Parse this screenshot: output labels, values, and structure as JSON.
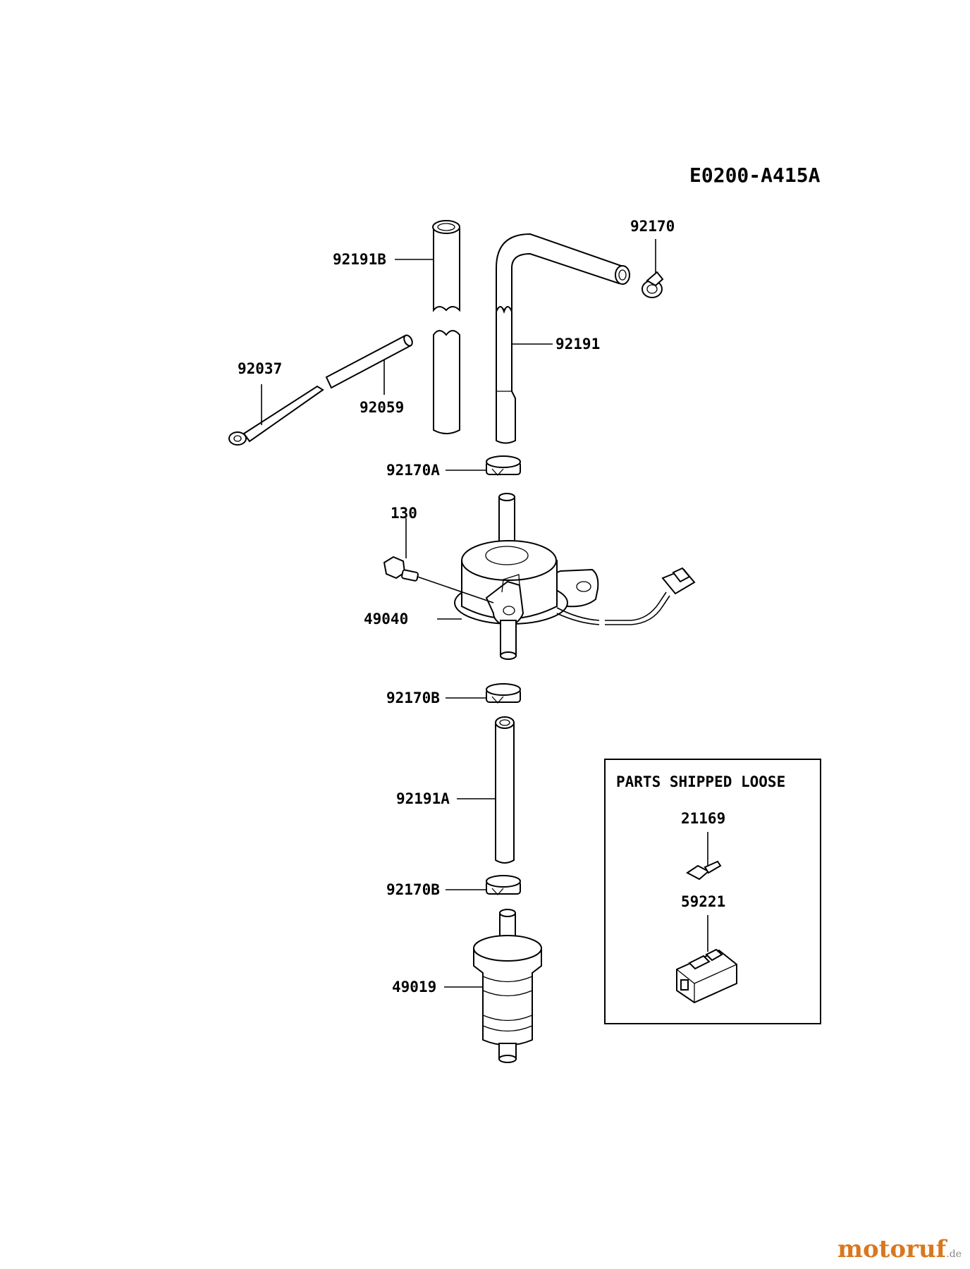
{
  "diagram_code": "E0200-A415A",
  "callouts": {
    "p92191B": "92191B",
    "p92170": "92170",
    "p92191": "92191",
    "p92037": "92037",
    "p92059": "92059",
    "p92170A": "92170A",
    "p130": "130",
    "p49040": "49040",
    "p92170B_1": "92170B",
    "p92191A": "92191A",
    "p92170B_2": "92170B",
    "p49019": "49019"
  },
  "loose_parts": {
    "title": "PARTS SHIPPED LOOSE",
    "p21169": "21169",
    "p59221": "59221"
  },
  "watermark": {
    "brand": "motoruf",
    "suffix": ".de",
    "color_main": "#d9771e",
    "color_accent": "#1f5a9e"
  }
}
